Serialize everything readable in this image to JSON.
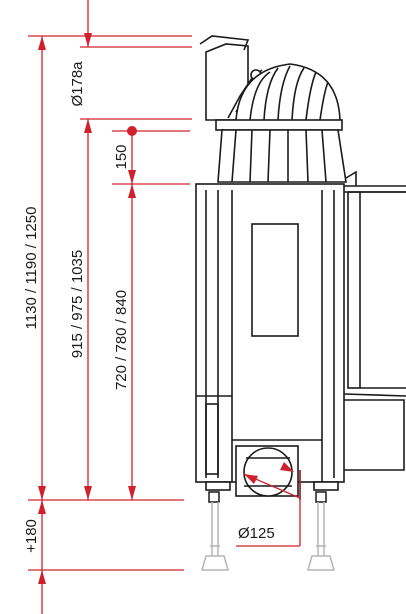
{
  "colors": {
    "dimension": "#d0202e",
    "outline": "#1a1a1a",
    "legs": "#b5b5b5",
    "background": "#ffffff"
  },
  "dimensions": {
    "total_height": "1130 / 1190 / 1250",
    "body_height": "915 / 975 / 1035",
    "door_height": "720 / 780 / 840",
    "top_offset": "150",
    "flue_diameter": "Ø178a",
    "leg_extension": "+180",
    "air_inlet_diameter": "Ø125"
  }
}
